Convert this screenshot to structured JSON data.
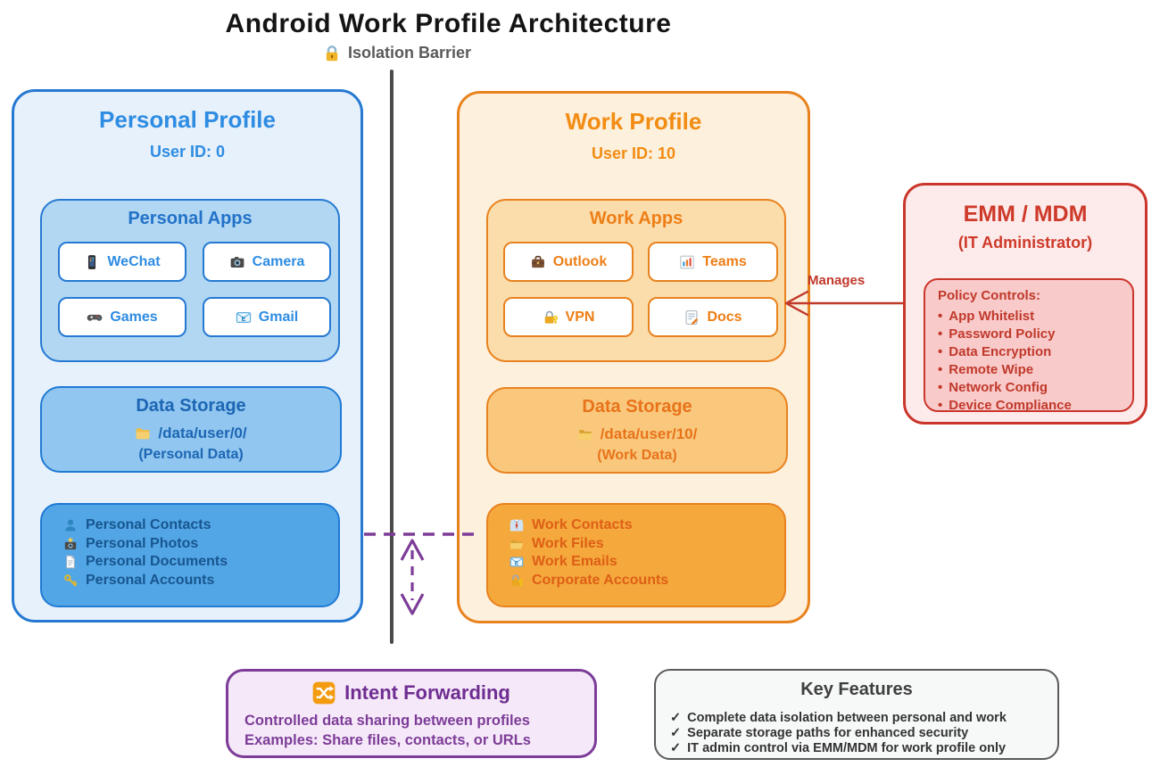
{
  "title": "Android Work Profile Architecture",
  "isolation_barrier": {
    "icon": "padlock-icon",
    "label": "Isolation Barrier"
  },
  "personal_profile": {
    "title": "Personal Profile",
    "user_id": "User ID: 0",
    "apps": {
      "title": "Personal Apps",
      "items": [
        {
          "icon": "smartphone-icon",
          "label": "WeChat"
        },
        {
          "icon": "camera-icon",
          "label": "Camera"
        },
        {
          "icon": "gamepad-icon",
          "label": "Games"
        },
        {
          "icon": "email-icon",
          "label": "Gmail"
        }
      ]
    },
    "storage": {
      "title": "Data Storage",
      "icon": "folder-icon",
      "path": "/data/user/0/",
      "note": "(Personal Data)"
    },
    "data_items": [
      {
        "icon": "person-icon",
        "label": "Personal Contacts"
      },
      {
        "icon": "camera-flash-icon",
        "label": "Personal Photos"
      },
      {
        "icon": "page-icon",
        "label": "Personal Documents"
      },
      {
        "icon": "key-icon",
        "label": "Personal Accounts"
      }
    ]
  },
  "work_profile": {
    "title": "Work Profile",
    "user_id": "User ID: 10",
    "apps": {
      "title": "Work Apps",
      "items": [
        {
          "icon": "briefcase-icon",
          "label": "Outlook"
        },
        {
          "icon": "bar-chart-icon",
          "label": "Teams"
        },
        {
          "icon": "lock-key-icon",
          "label": "VPN"
        },
        {
          "icon": "memo-icon",
          "label": "Docs"
        }
      ]
    },
    "storage": {
      "title": "Data Storage",
      "icon": "open-folder-icon",
      "path": "/data/user/10/",
      "note": "(Work Data)"
    },
    "data_items": [
      {
        "icon": "necktie-icon",
        "label": "Work Contacts"
      },
      {
        "icon": "open-folder-icon",
        "label": "Work Files"
      },
      {
        "icon": "email-icon",
        "label": "Work Emails"
      },
      {
        "icon": "lock-key-icon",
        "label": "Corporate Accounts"
      }
    ]
  },
  "emm": {
    "title": "EMM / MDM",
    "subtitle": "(IT Administrator)",
    "manages_label": "Manages",
    "policy": {
      "heading": "Policy Controls:",
      "bullet": "•",
      "items": [
        "App Whitelist",
        "Password Policy",
        "Data Encryption",
        "Remote Wipe",
        "Network Config",
        "Device Compliance"
      ]
    }
  },
  "intent_forwarding": {
    "icon": "shuffle-icon",
    "title": "Intent Forwarding",
    "lines": [
      "Controlled data sharing between profiles",
      "Examples: Share files, contacts, or URLs"
    ]
  },
  "key_features": {
    "title": "Key Features",
    "bullet": "✓",
    "items": [
      "Complete data isolation between personal and work",
      "Separate storage paths for enhanced security",
      "IT admin control via EMM/MDM for work profile only"
    ]
  },
  "colors": {
    "personal_accent": "#2579d2",
    "work_accent": "#e8821e",
    "emm_accent": "#c0392b",
    "intent_accent": "#7d3c98",
    "barrier_gray": "#4b4b4b"
  }
}
